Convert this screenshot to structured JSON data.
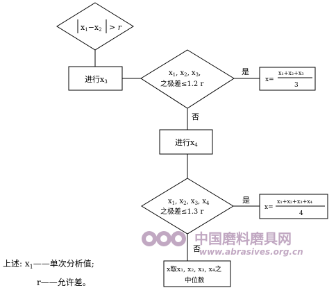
{
  "flow": {
    "start_condition": {
      "abs_left": "x",
      "abs_left_sub": "1",
      "abs_minus": "−",
      "abs_right": "x",
      "abs_right_sub": "2",
      "gt": "> r"
    },
    "step1": {
      "text": "进行x",
      "sub": "3"
    },
    "decision1": {
      "line1_parts": [
        "x",
        "1",
        ", x",
        "2",
        ", x",
        "3",
        ","
      ],
      "line2": "之极差≤1.2 r",
      "yes": "是",
      "no": "否"
    },
    "result1": {
      "lhs": "x=",
      "num": "x₁+x₂+x₃",
      "den": "3"
    },
    "step2": {
      "text": "进行x",
      "sub": "4"
    },
    "decision2": {
      "line1_parts": [
        "x",
        "1",
        ", x",
        "2",
        ", x",
        "3",
        ", x",
        "4"
      ],
      "line2": "之极差≤1.3 r",
      "yes": "是",
      "no": "否"
    },
    "result2": {
      "lhs": "x=",
      "num": "x₁+x₂+x₃+x₄",
      "den": "4"
    },
    "final": {
      "line1": "x取x₁, x₂, x₃, x₄之",
      "line2": "中位数"
    }
  },
  "legend": {
    "line1_prefix": "上述: x",
    "line1_sub": "1",
    "line1_suffix": "——单次分析值;",
    "line2": "r——允许差。"
  },
  "watermark": {
    "name": "中国磨料磨具网",
    "url": "www.abrasives.org.cn",
    "color": "#b79ab8"
  }
}
